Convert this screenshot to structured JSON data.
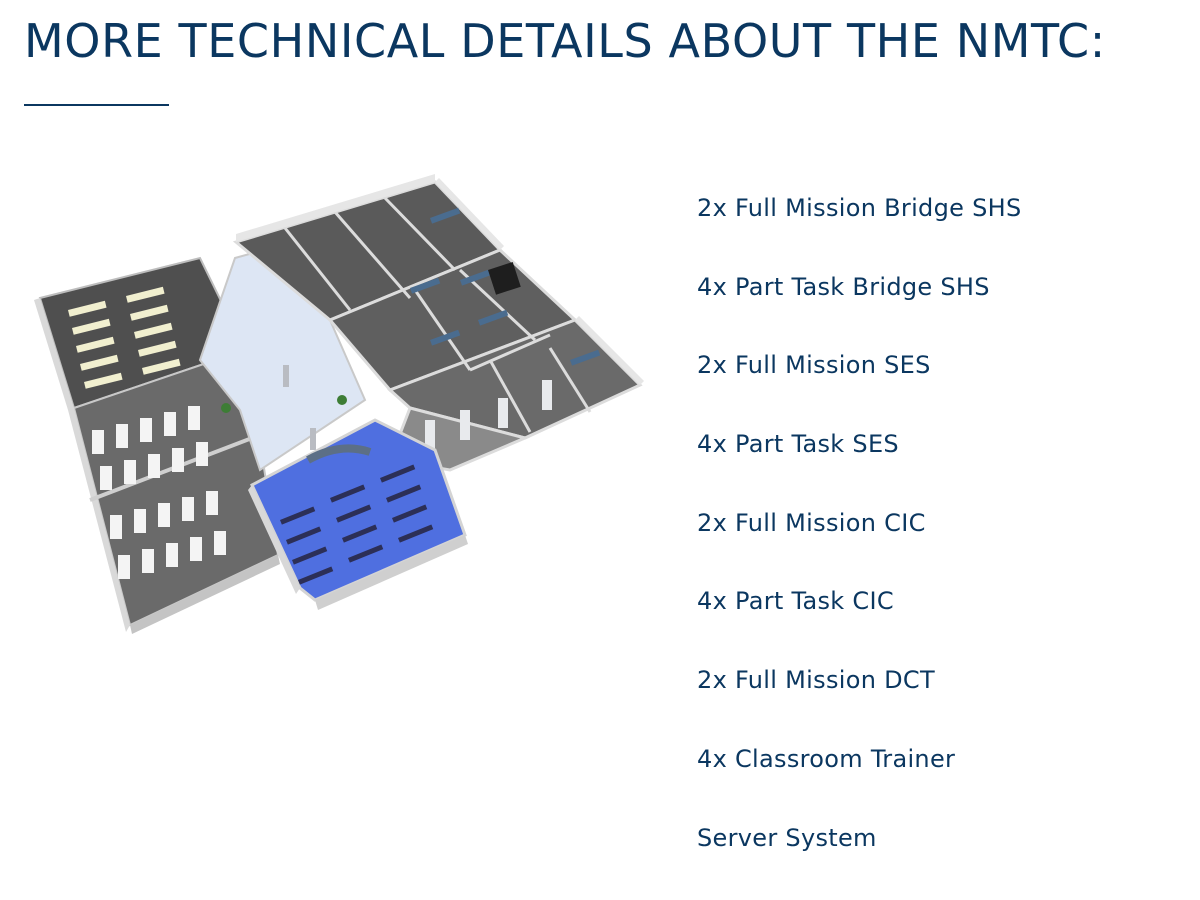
{
  "page": {
    "title": "MORE TECHNICAL DETAILS ABOUT THE NMTC:",
    "accent_color": "#0b3760"
  },
  "floor_plan": {
    "icon": "isometric-floor-plan-illustration"
  },
  "specs": [
    "2x Full Mission Bridge SHS",
    "4x Part Task Bridge SHS",
    "2x Full Mission SES",
    "4x Part Task SES",
    "2x Full Mission CIC",
    "4x Part Task CIC",
    "2x Full Mission DCT",
    "4x Classroom Trainer",
    "Server System"
  ]
}
